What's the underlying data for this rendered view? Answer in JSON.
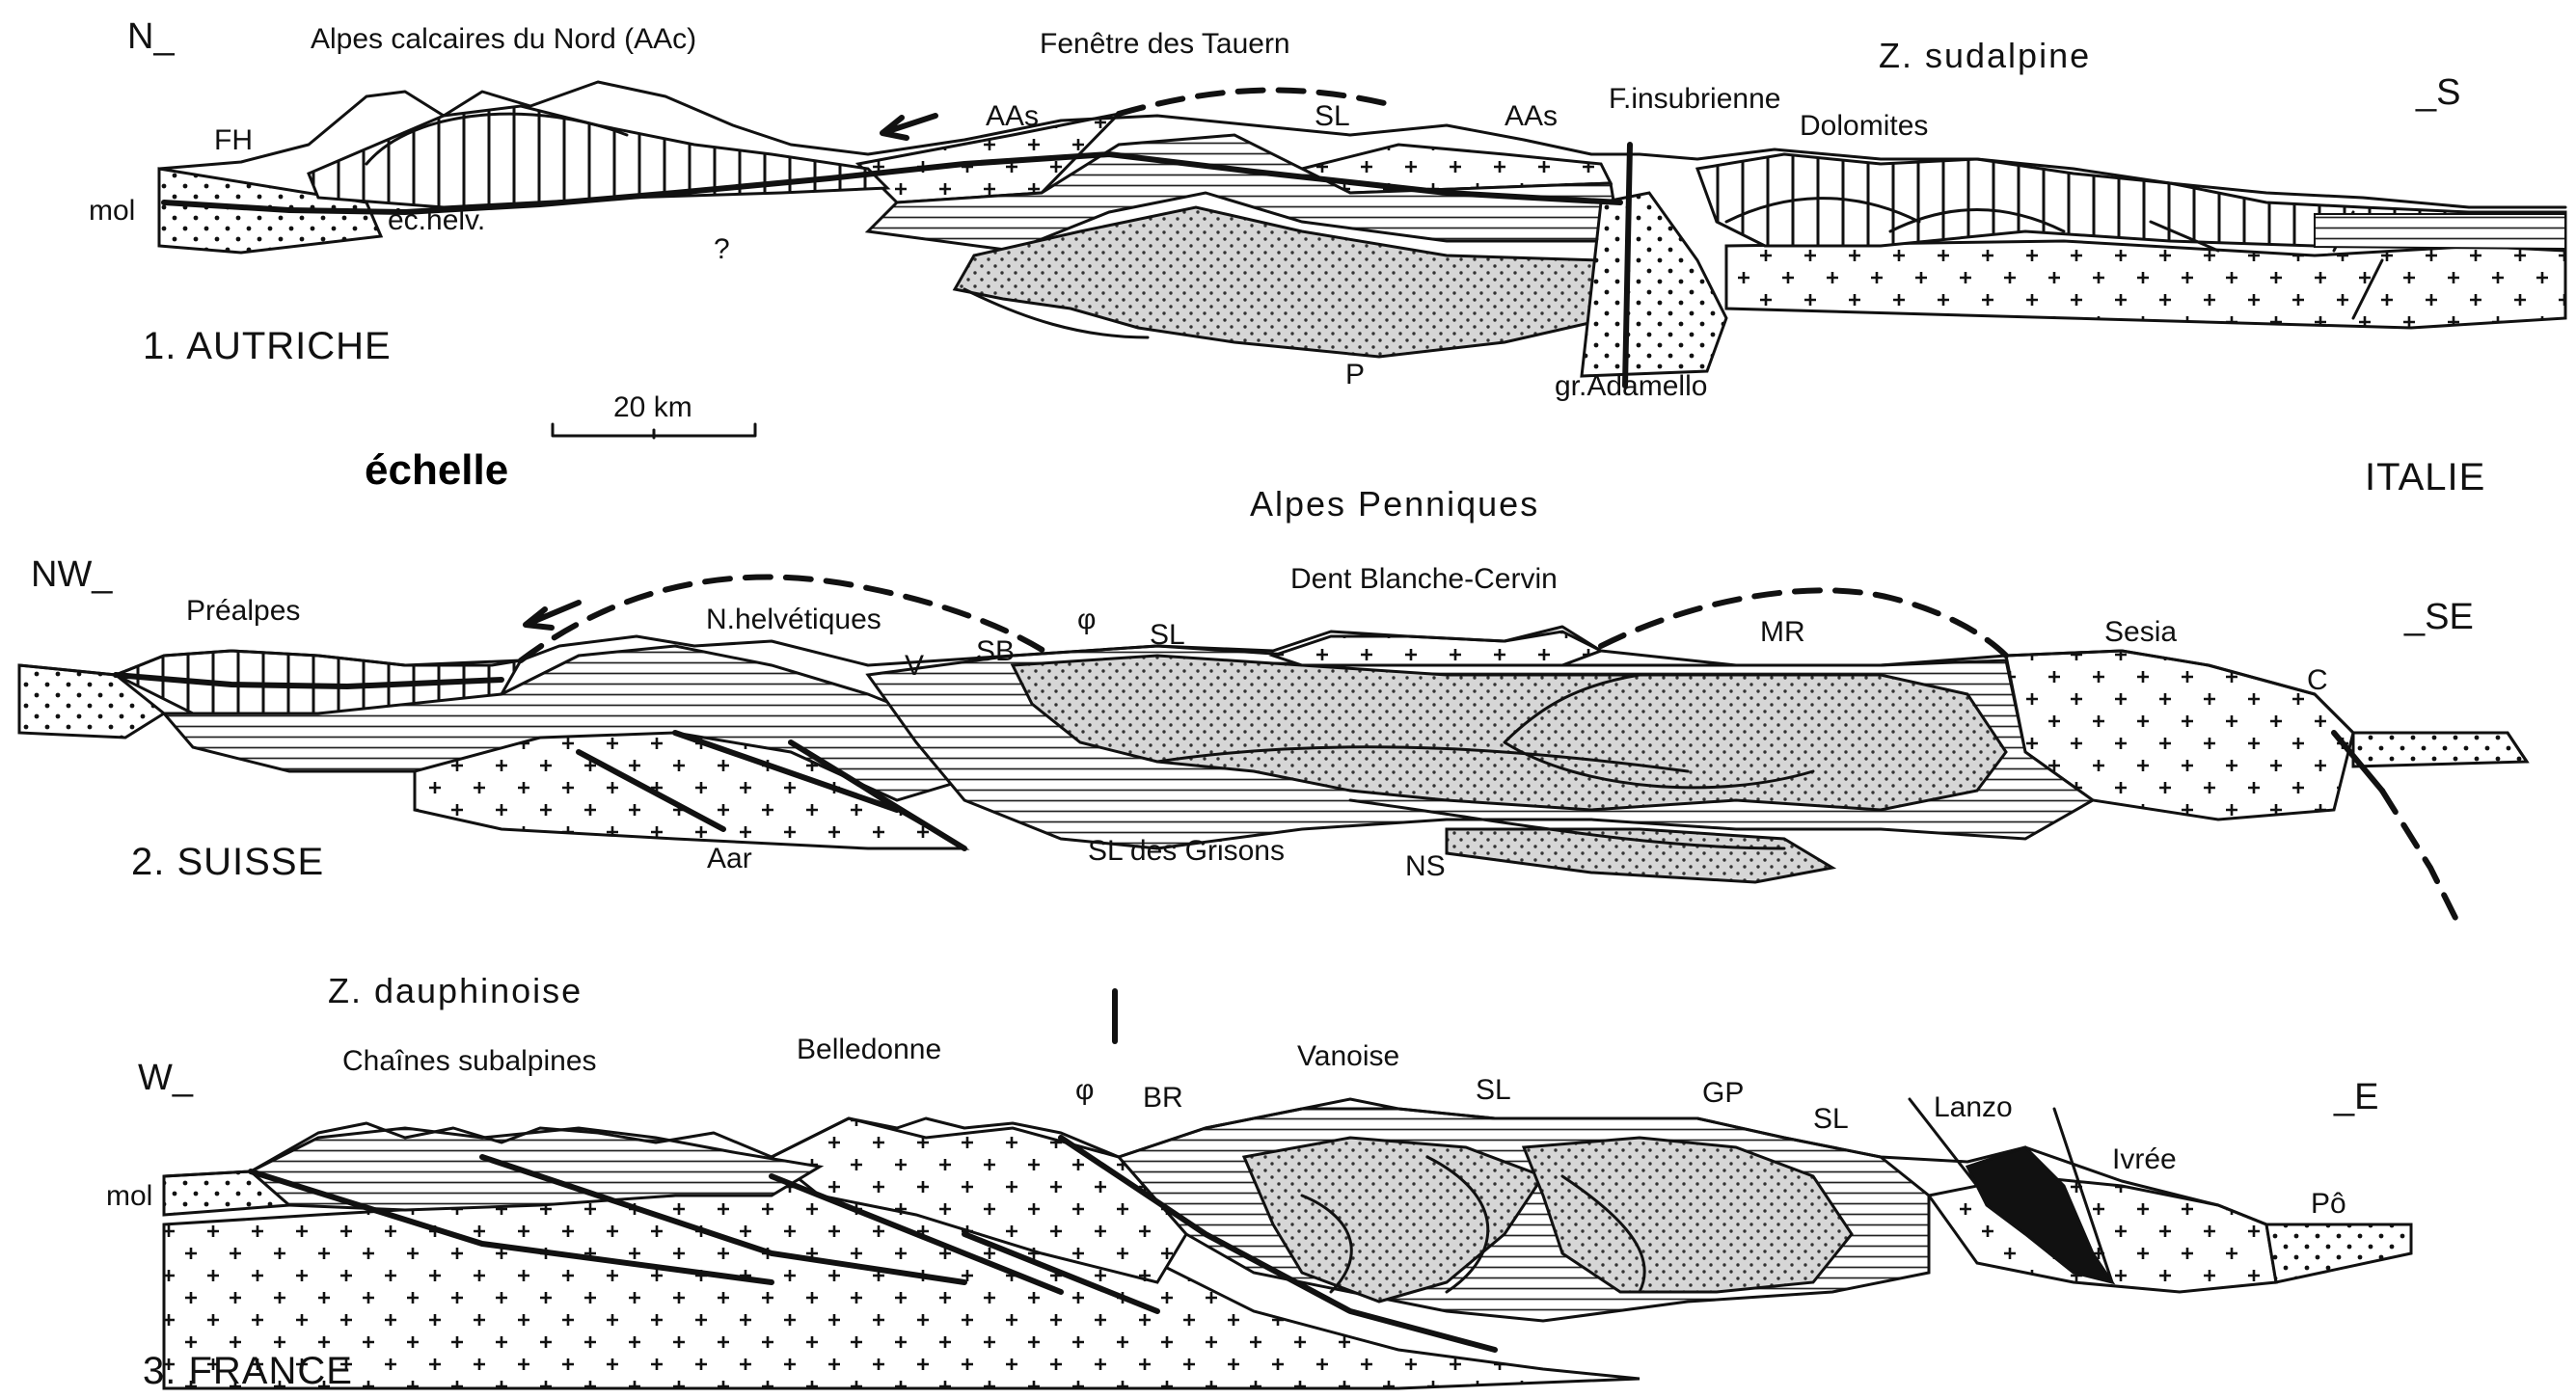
{
  "sections": [
    {
      "id": "austria",
      "country_label": "1. AUTRICHE",
      "dir_left": "N_",
      "dir_right": "_S",
      "labels": {
        "aac": "Alpes calcaires du Nord (AAc)",
        "tauern": "Fenêtre des Tauern",
        "sudalpine": "Z. sudalpine",
        "fh": "FH",
        "aas_left": "AAs",
        "sl": "SL",
        "aas_right": "AAs",
        "insub": "F.insubrienne",
        "dolomites": "Dolomites",
        "mol": "mol",
        "echelv": "éc.helv.",
        "question": "?",
        "p": "P",
        "adamello": "gr.Adamello"
      }
    },
    {
      "id": "switzerland",
      "country_label": "2. SUISSE",
      "dir_left": "NW_",
      "dir_right": "_SE",
      "labels": {
        "penniques": "Alpes Penniques",
        "prealpes": "Préalpes",
        "nhelv": "N.helvétiques",
        "dentblanche": "Dent Blanche-Cervin",
        "v": "V",
        "sb": "SB",
        "phi": "φ",
        "sl": "SL",
        "mr": "MR",
        "sesia": "Sesia",
        "c": "C",
        "aar": "Aar",
        "slgrisons": "SL des Grisons",
        "ns": "NS"
      }
    },
    {
      "id": "france",
      "country_label": "3. FRANCE",
      "dir_left": "W_",
      "dir_right": "_E",
      "labels": {
        "dauphinoise": "Z. dauphinoise",
        "subalpines": "Chaînes subalpines",
        "belledonne": "Belledonne",
        "vanoise": "Vanoise",
        "phi": "φ",
        "br": "BR",
        "sl_left": "SL",
        "gp": "GP",
        "sl_right": "SL",
        "lanzo": "Lanzo",
        "ivree": "Ivrée",
        "po": "Pô",
        "mol": "mol"
      }
    }
  ],
  "scale": {
    "label": "20 km",
    "caption": "échelle"
  },
  "italie_label": "ITALIE"
}
